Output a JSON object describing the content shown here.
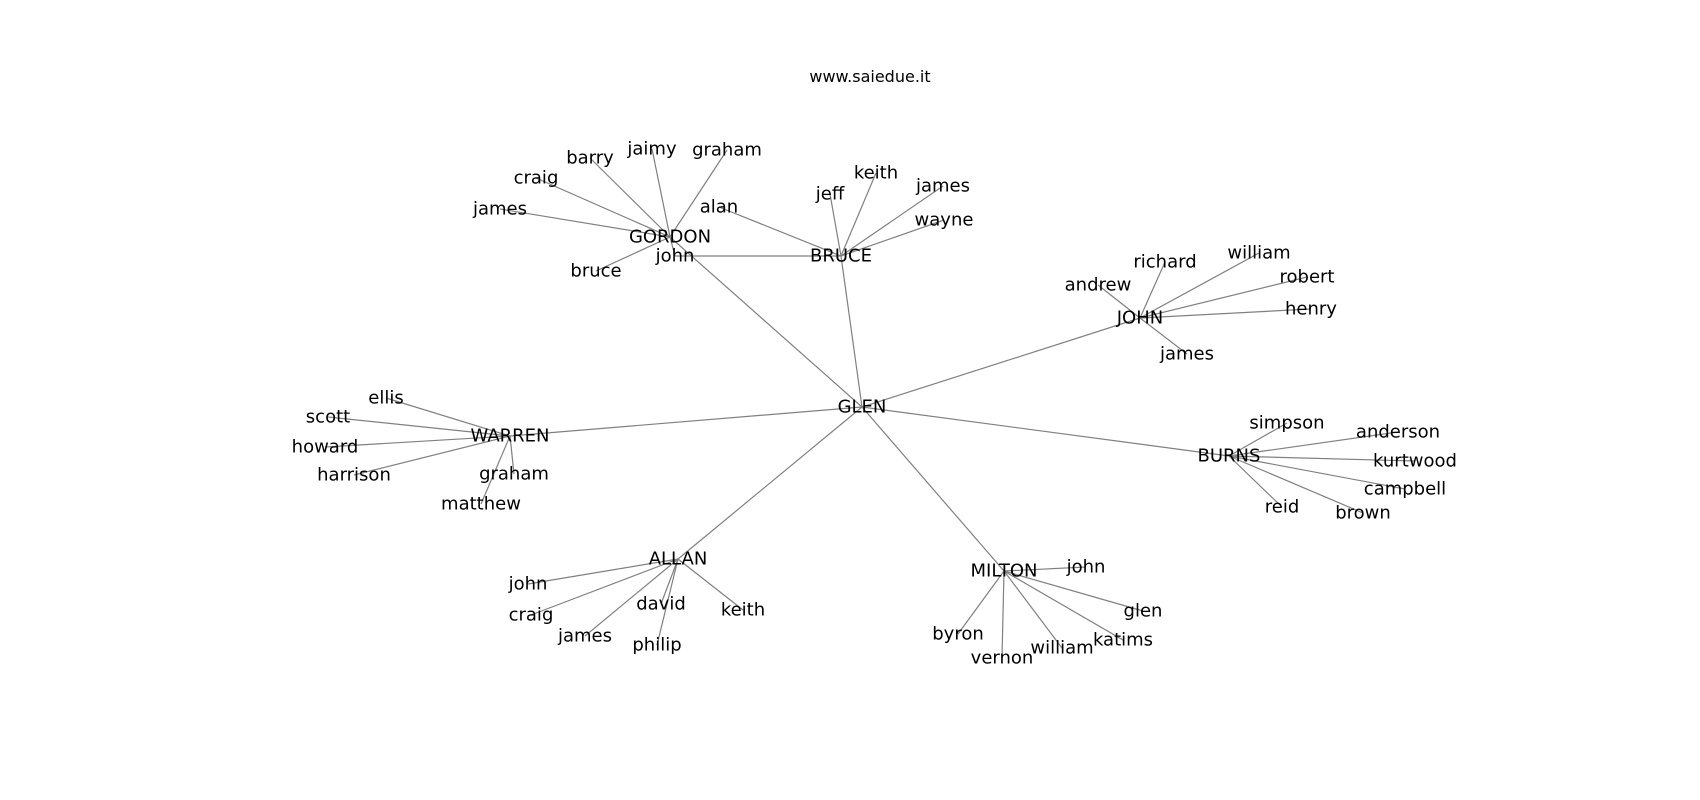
{
  "title": "www.saiedue.it",
  "root": "GLEN",
  "nodes": [
    {
      "id": "GLEN",
      "label": "GLEN"
    },
    {
      "id": "GORDON",
      "label": "GORDON"
    },
    {
      "id": "BRUCE",
      "label": "BRUCE"
    },
    {
      "id": "JOHN",
      "label": "JOHN"
    },
    {
      "id": "WARREN",
      "label": "WARREN"
    },
    {
      "id": "BURNS",
      "label": "BURNS"
    },
    {
      "id": "ALLAN",
      "label": "ALLAN"
    },
    {
      "id": "MILTON",
      "label": "MILTON"
    },
    {
      "id": "gordon_barry",
      "label": "barry"
    },
    {
      "id": "gordon_jaimy",
      "label": "jaimy"
    },
    {
      "id": "gordon_graham",
      "label": "graham"
    },
    {
      "id": "gordon_craig",
      "label": "craig"
    },
    {
      "id": "gordon_james",
      "label": "james"
    },
    {
      "id": "gordon_bruce",
      "label": "bruce"
    },
    {
      "id": "gordon_john",
      "label": "john"
    },
    {
      "id": "bruce_alan",
      "label": "alan"
    },
    {
      "id": "bruce_jeff",
      "label": "jeff"
    },
    {
      "id": "bruce_keith",
      "label": "keith"
    },
    {
      "id": "bruce_james",
      "label": "james"
    },
    {
      "id": "bruce_wayne",
      "label": "wayne"
    },
    {
      "id": "john_andrew",
      "label": "andrew"
    },
    {
      "id": "john_richard",
      "label": "richard"
    },
    {
      "id": "john_william",
      "label": "william"
    },
    {
      "id": "john_robert",
      "label": "robert"
    },
    {
      "id": "john_henry",
      "label": "henry"
    },
    {
      "id": "john_james",
      "label": "james"
    },
    {
      "id": "warren_ellis",
      "label": "ellis"
    },
    {
      "id": "warren_scott",
      "label": "scott"
    },
    {
      "id": "warren_howard",
      "label": "howard"
    },
    {
      "id": "warren_harrison",
      "label": "harrison"
    },
    {
      "id": "warren_graham",
      "label": "graham"
    },
    {
      "id": "warren_matthew",
      "label": "matthew"
    },
    {
      "id": "burns_simpson",
      "label": "simpson"
    },
    {
      "id": "burns_anderson",
      "label": "anderson"
    },
    {
      "id": "burns_kurtwood",
      "label": "kurtwood"
    },
    {
      "id": "burns_campbell",
      "label": "campbell"
    },
    {
      "id": "burns_reid",
      "label": "reid"
    },
    {
      "id": "burns_brown",
      "label": "brown"
    },
    {
      "id": "allan_john",
      "label": "john"
    },
    {
      "id": "allan_craig",
      "label": "craig"
    },
    {
      "id": "allan_james",
      "label": "james"
    },
    {
      "id": "allan_david",
      "label": "david"
    },
    {
      "id": "allan_philip",
      "label": "philip"
    },
    {
      "id": "allan_keith",
      "label": "keith"
    },
    {
      "id": "milton_john",
      "label": "john"
    },
    {
      "id": "milton_glen",
      "label": "glen"
    },
    {
      "id": "milton_katims",
      "label": "katims"
    },
    {
      "id": "milton_william",
      "label": "william"
    },
    {
      "id": "milton_vernon",
      "label": "vernon"
    },
    {
      "id": "milton_byron",
      "label": "byron"
    }
  ],
  "edges": [
    [
      "GLEN",
      "GORDON"
    ],
    [
      "GLEN",
      "BRUCE"
    ],
    [
      "GLEN",
      "JOHN"
    ],
    [
      "GLEN",
      "WARREN"
    ],
    [
      "GLEN",
      "BURNS"
    ],
    [
      "GLEN",
      "ALLAN"
    ],
    [
      "GLEN",
      "MILTON"
    ],
    [
      "GORDON",
      "gordon_barry"
    ],
    [
      "GORDON",
      "gordon_jaimy"
    ],
    [
      "GORDON",
      "gordon_graham"
    ],
    [
      "GORDON",
      "gordon_craig"
    ],
    [
      "GORDON",
      "gordon_james"
    ],
    [
      "GORDON",
      "gordon_bruce"
    ],
    [
      "GORDON",
      "gordon_john"
    ],
    [
      "BRUCE",
      "bruce_alan"
    ],
    [
      "BRUCE",
      "bruce_jeff"
    ],
    [
      "BRUCE",
      "bruce_keith"
    ],
    [
      "BRUCE",
      "bruce_james"
    ],
    [
      "BRUCE",
      "bruce_wayne"
    ],
    [
      "BRUCE",
      "gordon_john"
    ],
    [
      "JOHN",
      "john_andrew"
    ],
    [
      "JOHN",
      "john_richard"
    ],
    [
      "JOHN",
      "john_william"
    ],
    [
      "JOHN",
      "john_robert"
    ],
    [
      "JOHN",
      "john_henry"
    ],
    [
      "JOHN",
      "john_james"
    ],
    [
      "WARREN",
      "warren_ellis"
    ],
    [
      "WARREN",
      "warren_scott"
    ],
    [
      "WARREN",
      "warren_howard"
    ],
    [
      "WARREN",
      "warren_harrison"
    ],
    [
      "WARREN",
      "warren_graham"
    ],
    [
      "WARREN",
      "warren_matthew"
    ],
    [
      "BURNS",
      "burns_simpson"
    ],
    [
      "BURNS",
      "burns_anderson"
    ],
    [
      "BURNS",
      "burns_kurtwood"
    ],
    [
      "BURNS",
      "burns_campbell"
    ],
    [
      "BURNS",
      "burns_reid"
    ],
    [
      "BURNS",
      "burns_brown"
    ],
    [
      "ALLAN",
      "allan_john"
    ],
    [
      "ALLAN",
      "allan_craig"
    ],
    [
      "ALLAN",
      "allan_james"
    ],
    [
      "ALLAN",
      "allan_david"
    ],
    [
      "ALLAN",
      "allan_philip"
    ],
    [
      "ALLAN",
      "allan_keith"
    ],
    [
      "MILTON",
      "milton_john"
    ],
    [
      "MILTON",
      "milton_glen"
    ],
    [
      "MILTON",
      "milton_katims"
    ],
    [
      "MILTON",
      "milton_william"
    ],
    [
      "MILTON",
      "milton_vernon"
    ],
    [
      "MILTON",
      "milton_byron"
    ]
  ]
}
